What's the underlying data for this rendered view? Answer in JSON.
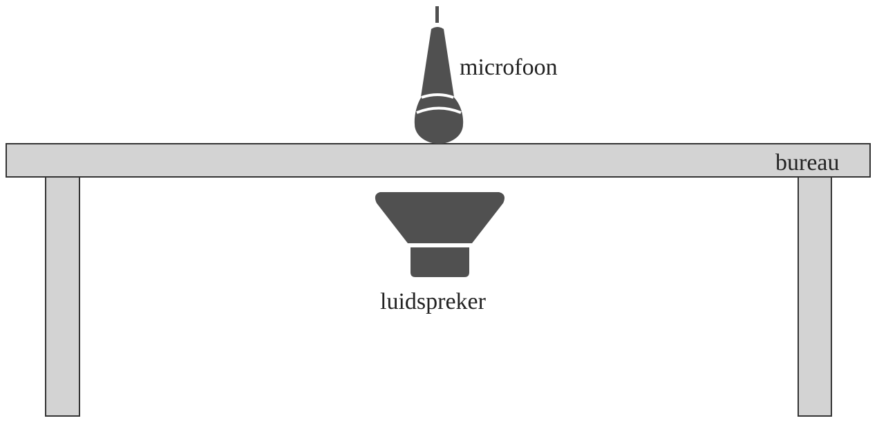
{
  "labels": {
    "microphone": "microfoon",
    "desk": "bureau",
    "speaker": "luidspreker"
  },
  "colors": {
    "desk_fill": "#d3d3d3",
    "outline": "#333333",
    "device_fill": "#505050",
    "highlight": "#ffffff"
  },
  "icons": {
    "microphone": "microphone-icon",
    "speaker": "speaker-icon"
  }
}
